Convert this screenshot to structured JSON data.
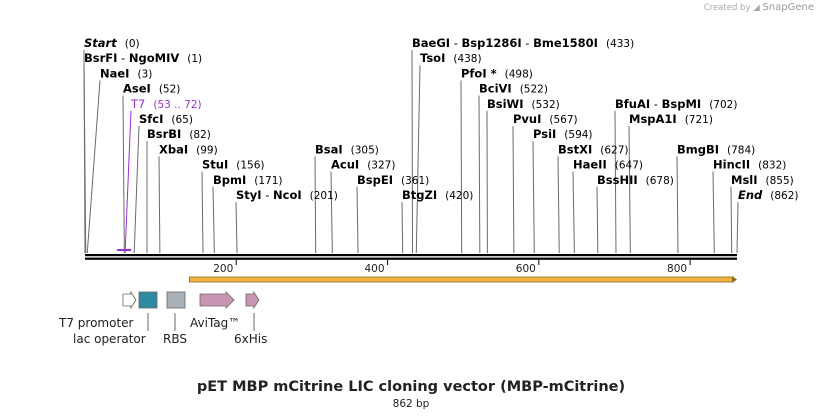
{
  "credit": {
    "prefix": "Created by",
    "brand": "SnapGene",
    "logo_icon": "snapgene-logo-icon"
  },
  "title": "pET MBP mCitrine LIC cloning vector (MBP-mCitrine)",
  "subtitle": "862 bp",
  "sequence": {
    "length": 862,
    "ruler_ticks": [
      200,
      400,
      600,
      800
    ]
  },
  "labels": [
    {
      "segments": [
        {
          "name": "Start",
          "italic": true
        }
      ],
      "pos": "(0)",
      "site": 0,
      "row": 0,
      "col": "a"
    },
    {
      "segments": [
        {
          "name": "BsrFI"
        },
        {
          "name": "NgoMIV"
        }
      ],
      "pos": "(1)",
      "site": 1,
      "row": 1,
      "col": "a"
    },
    {
      "segments": [
        {
          "name": "NaeI"
        }
      ],
      "pos": "(3)",
      "site": 3,
      "row": 2,
      "col": "b"
    },
    {
      "segments": [
        {
          "name": "AseI"
        }
      ],
      "pos": "(52)",
      "site": 52,
      "row": 3,
      "col": "c"
    },
    {
      "segments": [
        {
          "name": "T7",
          "bold": false
        }
      ],
      "pos": "(53 .. 72)",
      "site": 53,
      "row": 4,
      "col": "d",
      "color": "#9a2fd2"
    },
    {
      "segments": [
        {
          "name": "SfcI"
        }
      ],
      "pos": "(65)",
      "site": 65,
      "row": 5,
      "col": "e"
    },
    {
      "segments": [
        {
          "name": "BsrBI"
        }
      ],
      "pos": "(82)",
      "site": 82,
      "row": 6,
      "col": "f"
    },
    {
      "segments": [
        {
          "name": "XbaI"
        }
      ],
      "pos": "(99)",
      "site": 99,
      "row": 7,
      "col": "g"
    },
    {
      "segments": [
        {
          "name": "StuI"
        }
      ],
      "pos": "(156)",
      "site": 156,
      "row": 8,
      "col": "h"
    },
    {
      "segments": [
        {
          "name": "BpmI"
        }
      ],
      "pos": "(171)",
      "site": 171,
      "row": 9,
      "col": "i"
    },
    {
      "segments": [
        {
          "name": "StyI"
        },
        {
          "name": "NcoI"
        }
      ],
      "pos": "(201)",
      "site": 201,
      "row": 10,
      "col": "j"
    },
    {
      "segments": [
        {
          "name": "BsaI"
        }
      ],
      "pos": "(305)",
      "site": 305,
      "row": 7,
      "col": "k"
    },
    {
      "segments": [
        {
          "name": "AcuI"
        }
      ],
      "pos": "(327)",
      "site": 327,
      "row": 8,
      "col": "l"
    },
    {
      "segments": [
        {
          "name": "BspEI"
        }
      ],
      "pos": "(361)",
      "site": 361,
      "row": 9,
      "col": "m"
    },
    {
      "segments": [
        {
          "name": "BtgZI"
        }
      ],
      "pos": "(420)",
      "site": 420,
      "row": 10,
      "col": "n"
    },
    {
      "segments": [
        {
          "name": "BaeGI"
        },
        {
          "name": "Bsp1286I"
        },
        {
          "name": "Bme1580I"
        }
      ],
      "pos": "(433)",
      "site": 433,
      "row": 0,
      "col": "o"
    },
    {
      "segments": [
        {
          "name": "TsoI"
        }
      ],
      "pos": "(438)",
      "site": 438,
      "row": 1,
      "col": "p"
    },
    {
      "segments": [
        {
          "name": "PfoI *"
        }
      ],
      "pos": "(498)",
      "site": 498,
      "row": 2,
      "col": "q"
    },
    {
      "segments": [
        {
          "name": "BciVI"
        }
      ],
      "pos": "(522)",
      "site": 522,
      "row": 3,
      "col": "r"
    },
    {
      "segments": [
        {
          "name": "BsiWI"
        }
      ],
      "pos": "(532)",
      "site": 532,
      "row": 4,
      "col": "s"
    },
    {
      "segments": [
        {
          "name": "PvuI"
        }
      ],
      "pos": "(567)",
      "site": 567,
      "row": 5,
      "col": "t"
    },
    {
      "segments": [
        {
          "name": "PsiI"
        }
      ],
      "pos": "(594)",
      "site": 594,
      "row": 6,
      "col": "u"
    },
    {
      "segments": [
        {
          "name": "BstXI"
        }
      ],
      "pos": "(627)",
      "site": 627,
      "row": 7,
      "col": "v"
    },
    {
      "segments": [
        {
          "name": "HaeII"
        }
      ],
      "pos": "(647)",
      "site": 647,
      "row": 8,
      "col": "w"
    },
    {
      "segments": [
        {
          "name": "BssHII"
        }
      ],
      "pos": "(678)",
      "site": 678,
      "row": 9,
      "col": "x"
    },
    {
      "segments": [
        {
          "name": "BfuAI"
        },
        {
          "name": "BspMI"
        }
      ],
      "pos": "(702)",
      "site": 702,
      "row": 4,
      "col": "y"
    },
    {
      "segments": [
        {
          "name": "MspA1I"
        }
      ],
      "pos": "(721)",
      "site": 721,
      "row": 5,
      "col": "z"
    },
    {
      "segments": [
        {
          "name": "BmgBI"
        }
      ],
      "pos": "(784)",
      "site": 784,
      "row": 7,
      "col": "aa"
    },
    {
      "segments": [
        {
          "name": "HincII"
        }
      ],
      "pos": "(832)",
      "site": 832,
      "row": 8,
      "col": "ab"
    },
    {
      "segments": [
        {
          "name": "MslI"
        }
      ],
      "pos": "(855)",
      "site": 855,
      "row": 9,
      "col": "ac"
    },
    {
      "segments": [
        {
          "name": "End",
          "italic": true
        }
      ],
      "pos": "(862)",
      "site": 862,
      "row": 10,
      "col": "ad"
    }
  ],
  "features": [
    {
      "id": "t7-promoter",
      "label": "T7 promoter",
      "shape": "arrow",
      "color": "#ffffff",
      "start": 53,
      "end": 72
    },
    {
      "id": "lac-operator",
      "label": "lac operator",
      "shape": "box",
      "color": "#2d8aa0",
      "start": 73,
      "end": 97
    },
    {
      "id": "rbs",
      "label": "RBS",
      "shape": "box",
      "color": "#a8b0b8",
      "start": 112,
      "end": 134
    },
    {
      "id": "avitag",
      "label": "AviTag™",
      "shape": "arrow",
      "color": "#c997b3",
      "start": 150,
      "end": 197
    },
    {
      "id": "his-tag",
      "label": "6xHis",
      "shape": "arrow",
      "color": "#c997b3",
      "start": 210,
      "end": 227
    }
  ],
  "orf": {
    "color": "#f3b340",
    "start": 138,
    "end": 862
  },
  "colors": {
    "line": "#000000",
    "site_line": "#6b6b6b",
    "text": "#000000",
    "t7": "#9a2fd2"
  }
}
